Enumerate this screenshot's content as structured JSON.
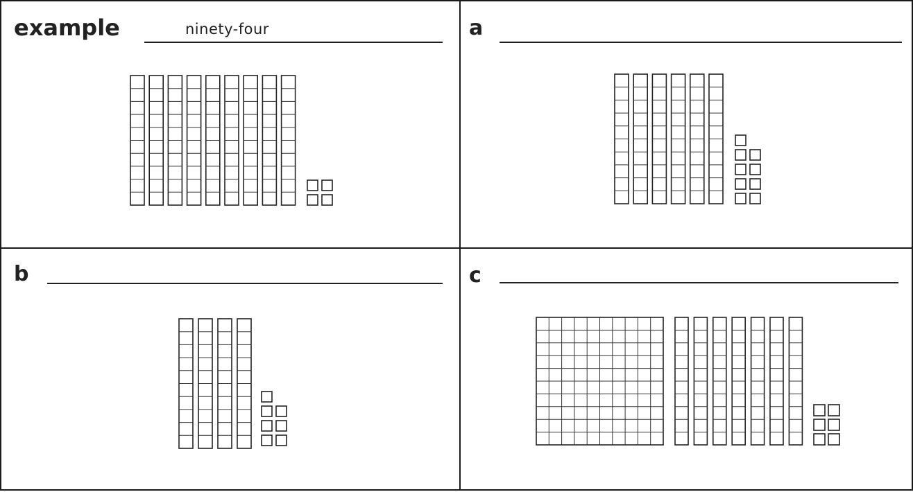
{
  "panels": {
    "example": {
      "label": "example",
      "answer": "ninety-four",
      "tens": 9,
      "ones": 4
    },
    "a": {
      "label": "a",
      "answer": "",
      "tens": 6,
      "ones": 9
    },
    "b": {
      "label": "b",
      "answer": "",
      "tens": 4,
      "ones": 7
    },
    "c": {
      "label": "c",
      "answer": "",
      "hundreds": 1,
      "tens": 7,
      "ones": 6
    }
  }
}
